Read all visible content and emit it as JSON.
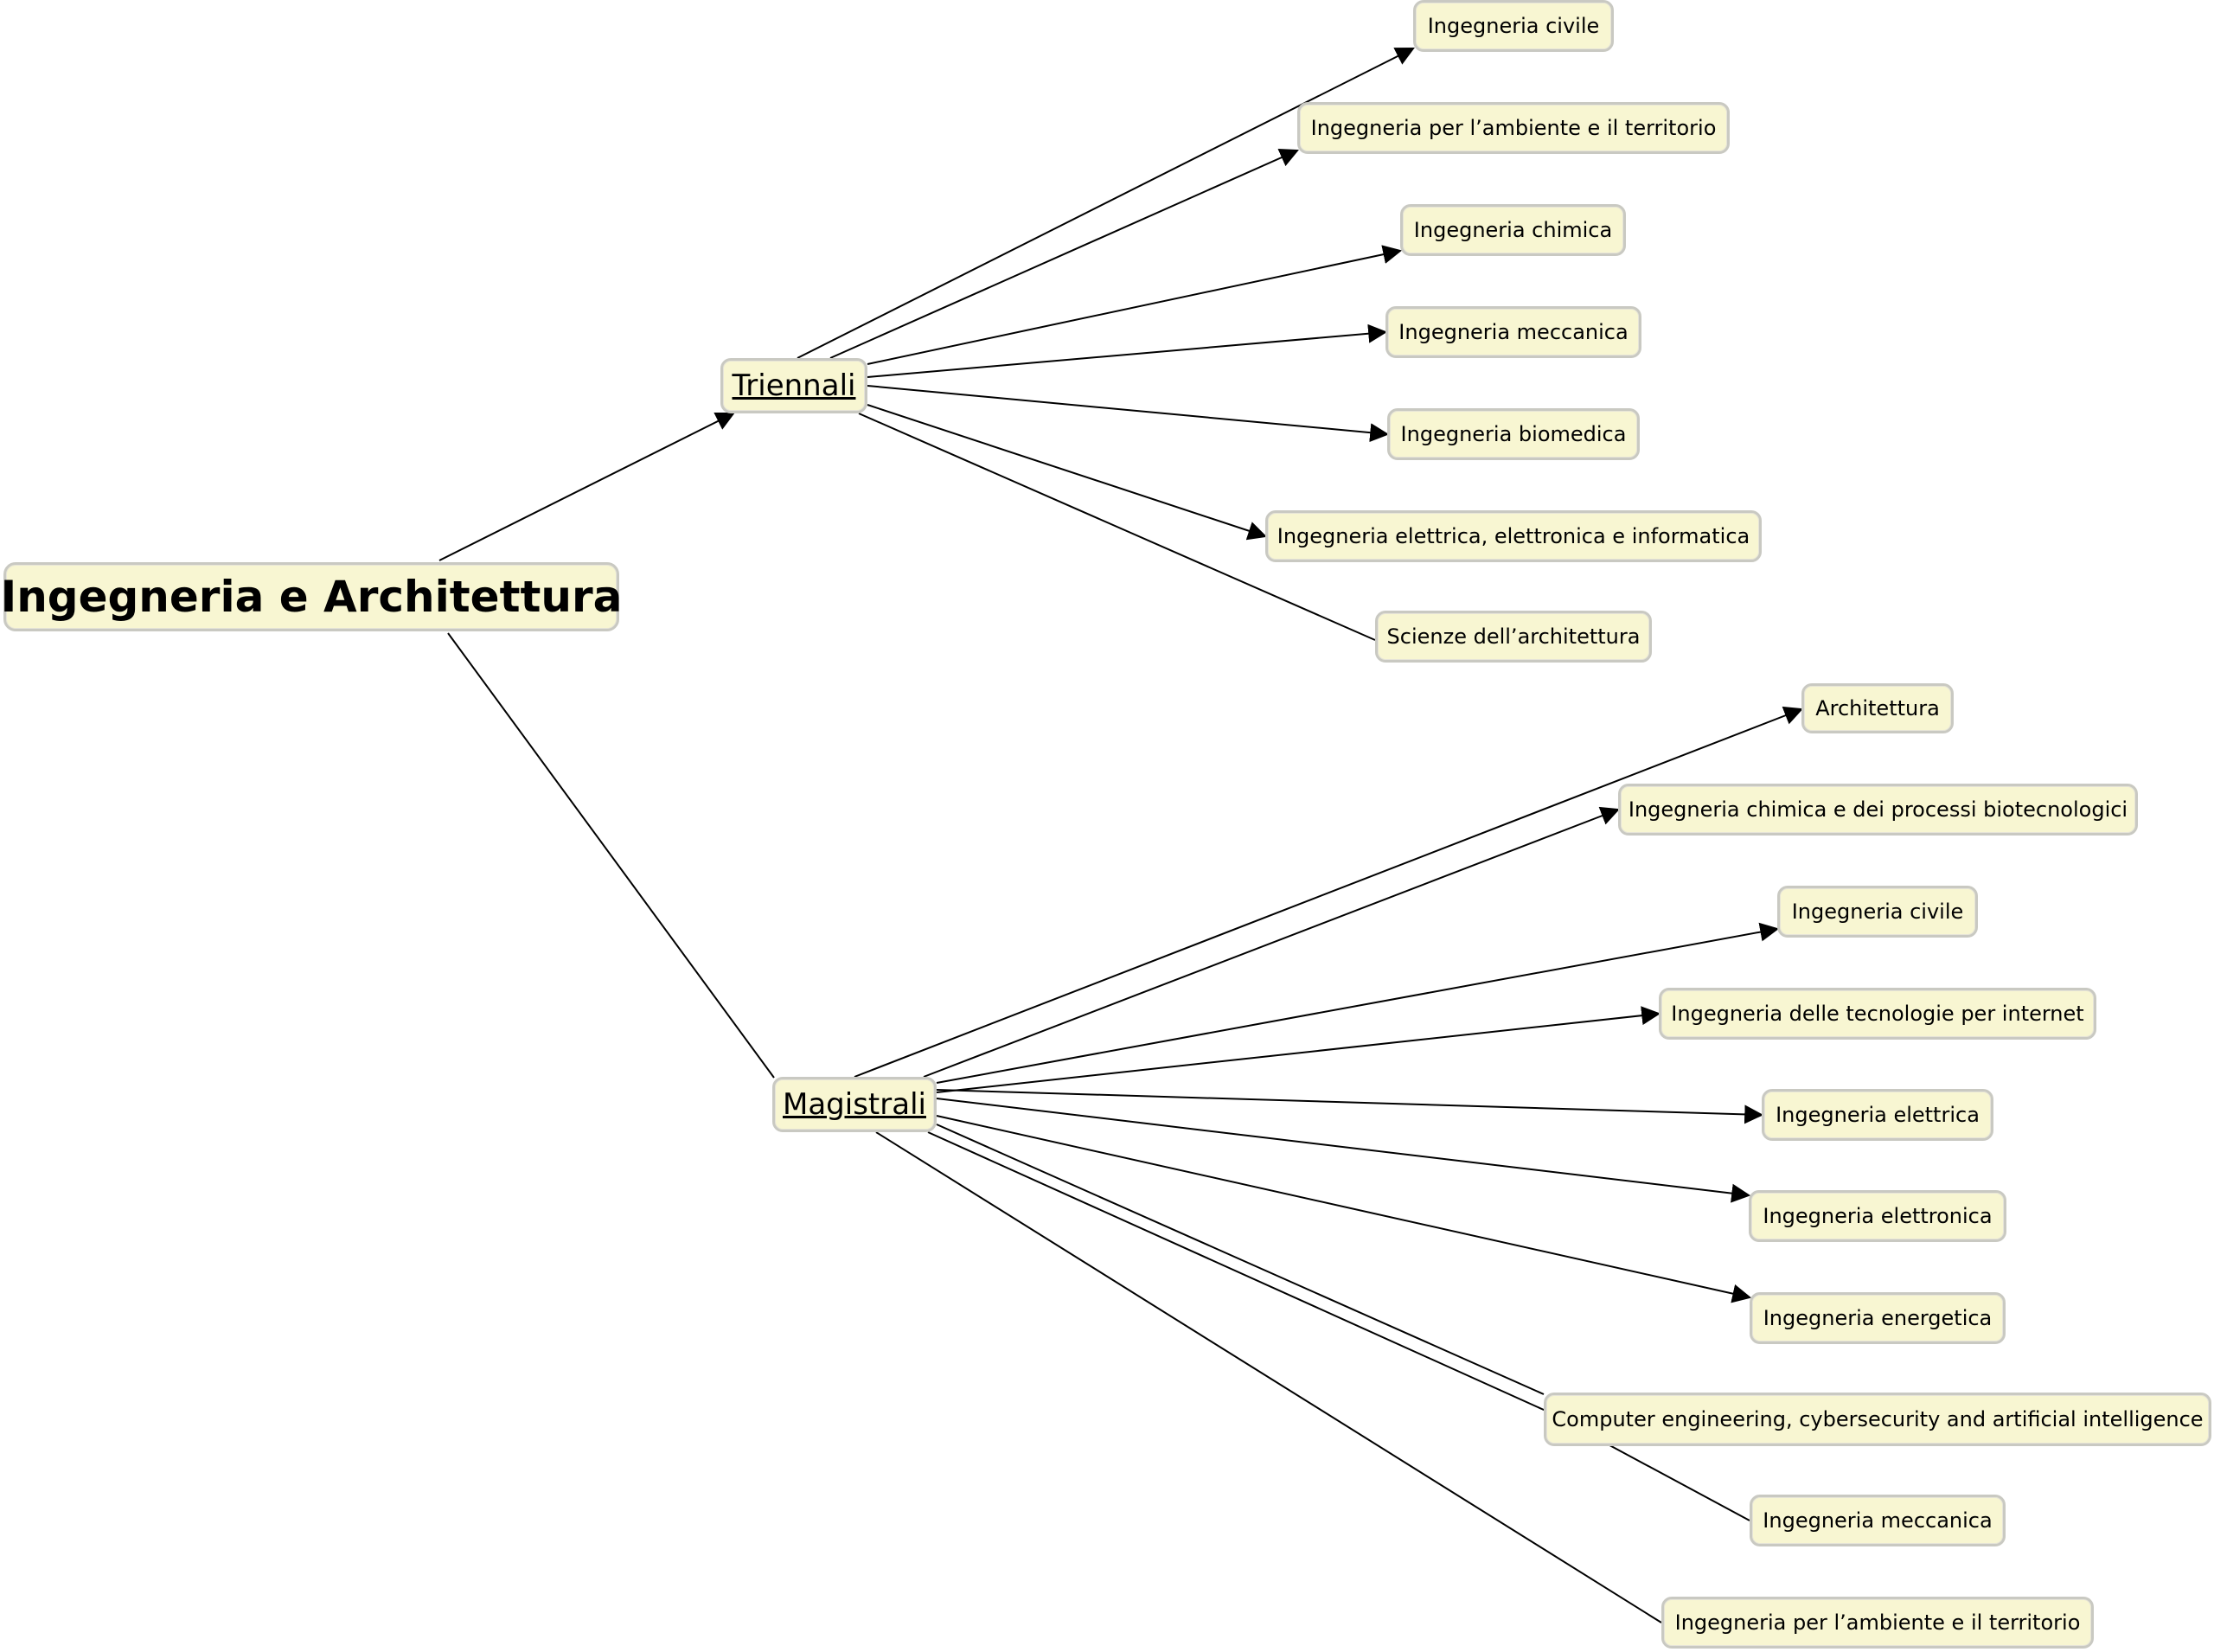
{
  "root": {
    "label": "Ingegneria e Architettura"
  },
  "triennali": {
    "label": "Triennali",
    "children": [
      "Ingegneria civile",
      "Ingegneria per l’ambiente e il territorio",
      "Ingegneria chimica",
      "Ingegneria meccanica",
      "Ingegneria biomedica",
      "Ingegneria elettrica, elettronica e informatica",
      "Scienze dell’architettura"
    ]
  },
  "magistrali": {
    "label": "Magistrali",
    "children": [
      "Architettura",
      "Ingegneria chimica e dei processi biotecnologici",
      "Ingegneria civile",
      "Ingegneria delle tecnologie per internet",
      "Ingegneria elettrica",
      "Ingegneria elettronica",
      "Ingegneria energetica",
      "Computer engineering, cybersecurity and artificial intelligence",
      "Ingegneria meccanica",
      "Ingegneria per l’ambiente e il territorio"
    ]
  },
  "colors": {
    "node_fill": "#f8f6d2",
    "node_border": "#c9c9c2",
    "edge": "#000000"
  }
}
